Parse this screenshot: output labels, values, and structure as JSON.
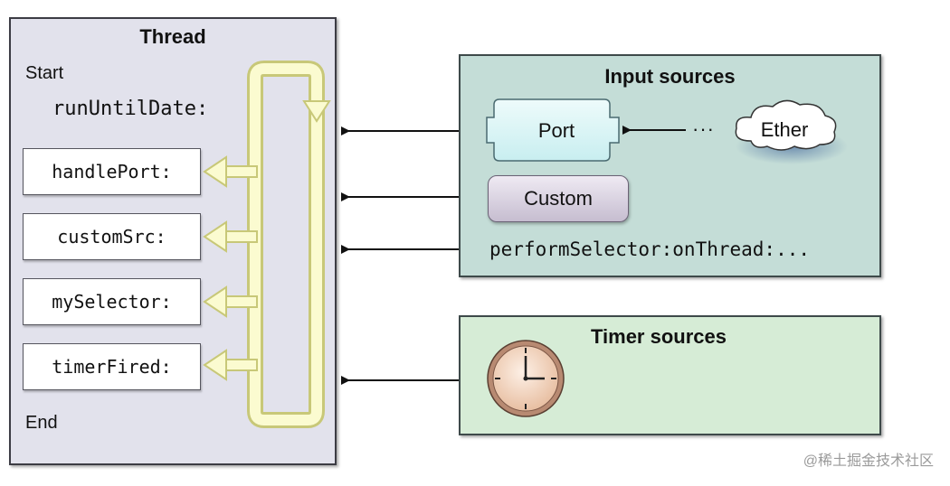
{
  "thread": {
    "title": "Thread",
    "start_label": "Start",
    "run_label": "runUntilDate:",
    "end_label": "End",
    "handlers": [
      "handlePort:",
      "customSrc:",
      "mySelector:",
      "timerFired:"
    ]
  },
  "input_sources": {
    "title": "Input sources",
    "port_label": "Port",
    "ellipsis": "···",
    "ether_label": "Ether",
    "custom_label": "Custom",
    "perform_label": "performSelector:onThread:..."
  },
  "timer_sources": {
    "title": "Timer sources"
  },
  "watermark": "@稀土掘金技术社区",
  "colors": {
    "thread_bg": "#e2e2ec",
    "input_bg": "#c4ddd7",
    "timer_bg": "#d6ecd6",
    "loop_fill": "#fbfbd0",
    "loop_stroke": "#c8c878"
  }
}
